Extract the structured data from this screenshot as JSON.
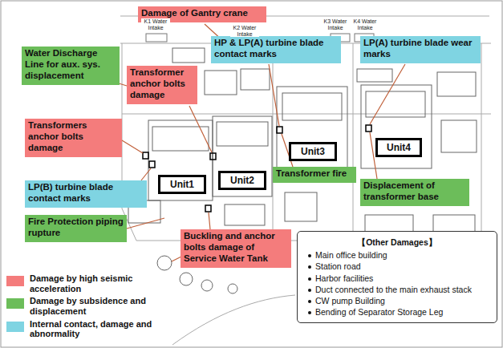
{
  "diagram": {
    "nodes": [
      {
        "text": [
          "Damage of Gantry crane"
        ]
      },
      {
        "text": [
          "Water Discharge Line for aux. sys. displacement"
        ]
      },
      {
        "text": [
          "Transformer anchor bolts damage"
        ]
      },
      {
        "text": [
          "HP & LP(A) turbine blade contact marks"
        ]
      },
      {
        "text": [
          "LP(A) turbine blade wear marks"
        ]
      },
      {
        "text": [
          "Transformers anchor bolts damage"
        ]
      },
      {
        "text": [
          "Unit3"
        ]
      },
      {
        "text": [
          "Unit4"
        ]
      },
      {
        "text": [
          "Unit1"
        ]
      },
      {
        "text": [
          "Unit2"
        ]
      },
      {
        "text": [
          "Transformer fire"
        ]
      },
      {
        "text": [
          "Displacement of transformer base"
        ]
      },
      {
        "text": [
          "LP(B) turbine blade contact marks"
        ]
      },
      {
        "text": [
          "Fire Protection piping rupture"
        ]
      },
      {
        "text": [
          "Buckling and anchor bolts damage of Service Water Tank"
        ]
      },
      {
        "text": [
          "【Other Damages】",
          "Main office building",
          "Station road",
          "Harbor facilities",
          "Duct connected to the main exhaust stack",
          "CW pump Building",
          "Bending of Separator Storage Leg"
        ]
      }
    ],
    "labels": [
      "K1 Water Intake",
      "K2 Water Intake",
      "K3 Water Intake",
      "K4 Water Intake"
    ],
    "legend": [
      {
        "text": "Damage by high seismic acceleration",
        "color": "#f47c7c"
      },
      {
        "text": "Damage by subsidence and displacement",
        "color": "#6cbd5a"
      },
      {
        "text": "Internal contact, damage and abnormality",
        "color": "#7fd4e2"
      }
    ]
  }
}
